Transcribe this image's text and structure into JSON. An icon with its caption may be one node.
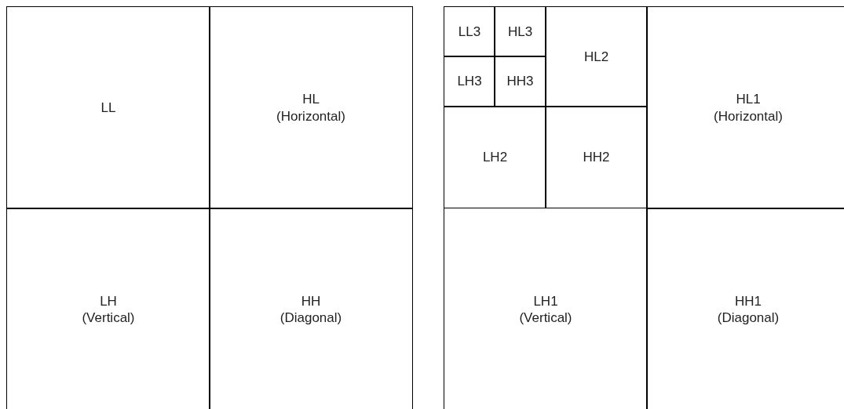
{
  "diagram": {
    "nodes": [
      {
        "text": [
          "LL"
        ]
      },
      {
        "text": [
          "HL",
          "(Horizontal)"
        ]
      },
      {
        "text": [
          "LH",
          "(Vertical)"
        ]
      },
      {
        "text": [
          "HH",
          "(Diagonal)"
        ]
      },
      {
        "text": [
          "LL3"
        ]
      },
      {
        "text": [
          "HL3"
        ]
      },
      {
        "text": [
          "LH3"
        ]
      },
      {
        "text": [
          "HH3"
        ]
      },
      {
        "text": [
          "HL2"
        ]
      },
      {
        "text": [
          "LH2"
        ]
      },
      {
        "text": [
          "HH2"
        ]
      },
      {
        "text": [
          "HL1",
          "(Horizontal)"
        ]
      },
      {
        "text": [
          "LH1",
          "(Vertical)"
        ]
      },
      {
        "text": [
          "HH1",
          "(Diagonal)"
        ]
      }
    ]
  }
}
